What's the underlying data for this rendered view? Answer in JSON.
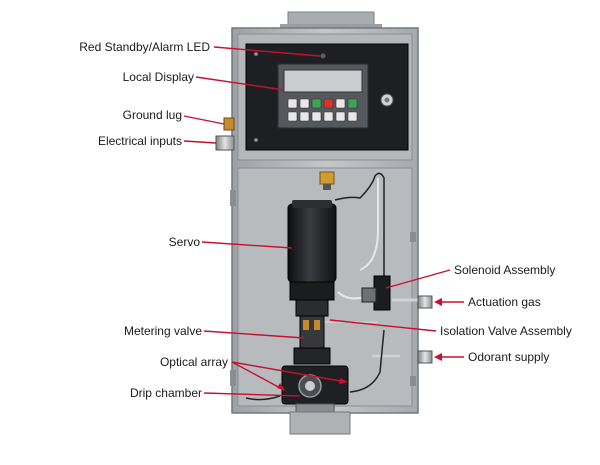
{
  "labels": {
    "led": "Red Standby/Alarm LED",
    "display": "Local Display",
    "ground": "Ground lug",
    "electrical": "Electrical inputs",
    "servo": "Servo",
    "metering": "Metering valve",
    "optical": "Optical array",
    "drip": "Drip chamber",
    "solenoid": "Solenoid Assembly",
    "actuation": "Actuation gas",
    "isolation": "Isolation Valve Assembly",
    "odorant": "Odorant supply"
  },
  "colors": {
    "leader": "#c8102e",
    "cabinet": "#b9bcbf",
    "cabinet_dark": "#8e9296",
    "panel": "#1e1f22",
    "lcd": "#c9cdd0",
    "motor": "#1a1b1d"
  },
  "keypad_colors": [
    "#e8e8e8",
    "#e8e8e8",
    "#3aa655",
    "#d9342b",
    "#e8e8e8",
    "#3aa655",
    "#e8e8e8",
    "#e8e8e8",
    "#e8e8e8",
    "#e8e8e8",
    "#e8e8e8",
    "#e8e8e8"
  ]
}
